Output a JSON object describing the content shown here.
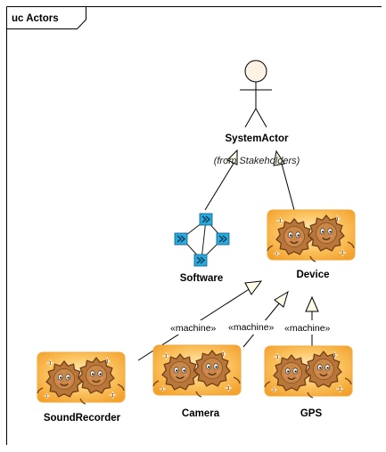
{
  "frame": {
    "title": "uc Actors"
  },
  "actors": {
    "system_actor": {
      "name": "SystemActor",
      "package_note": "(from Stakeholders)"
    },
    "software": {
      "name": "Software"
    },
    "device": {
      "name": "Device"
    },
    "sound_recorder": {
      "name": "SoundRecorder"
    },
    "camera": {
      "name": "Camera"
    },
    "gps": {
      "name": "GPS"
    }
  },
  "stereotypes": {
    "sound_recorder": "«machine»",
    "camera": "«machine»",
    "gps": "«machine»"
  },
  "colors": {
    "gear": "#b8763a",
    "gear_dark": "#7a4518",
    "gear_panel": "#f7b23b",
    "gear_panel_light": "#fde3a2",
    "software_icon": "#2aa9dc",
    "actor_head": "#fdf2e4"
  }
}
